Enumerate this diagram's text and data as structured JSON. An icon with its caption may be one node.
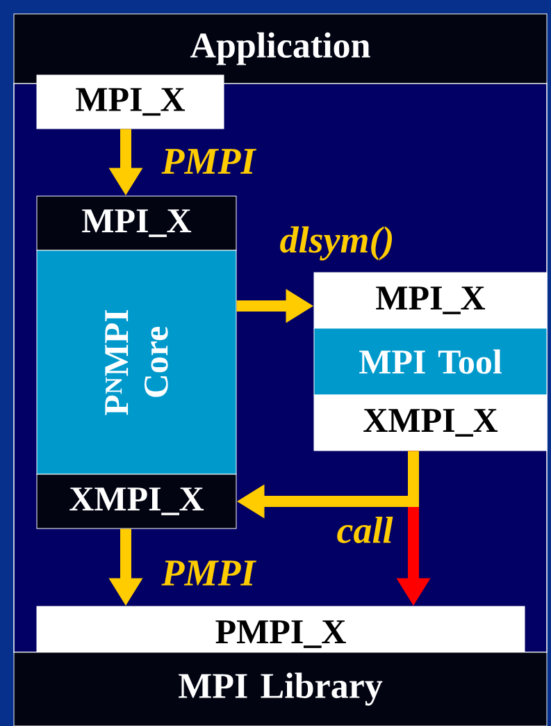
{
  "diagram": {
    "nodes": [
      {
        "text": [
          "Application"
        ]
      },
      {
        "text": [
          "MPI_X"
        ]
      },
      {
        "text": [
          "MPI_X"
        ]
      },
      {
        "text": [
          "P$^{N}$MPI Core"
        ]
      },
      {
        "text": [
          "XMPI_X"
        ]
      },
      {
        "text": [
          "MPI_X"
        ]
      },
      {
        "text": [
          "MPI Tool"
        ]
      },
      {
        "text": [
          "XMPI_X"
        ]
      },
      {
        "text": [
          "PMPI_X"
        ]
      },
      {
        "text": [
          "MPI Library"
        ]
      }
    ],
    "edges": [
      {
        "from": 1,
        "to": 2,
        "arrow": "to",
        "label": "PMPI"
      },
      {
        "from": 3,
        "to": 5,
        "arrow": "to",
        "label": "dlsym()"
      },
      {
        "from": 7,
        "to": 4,
        "arrow": "to",
        "label": "call"
      },
      {
        "from": 7,
        "to": 8,
        "arrow": "to",
        "color": "#ff0000"
      },
      {
        "from": 4,
        "to": 8,
        "arrow": "to",
        "label": "PMPI"
      }
    ]
  }
}
